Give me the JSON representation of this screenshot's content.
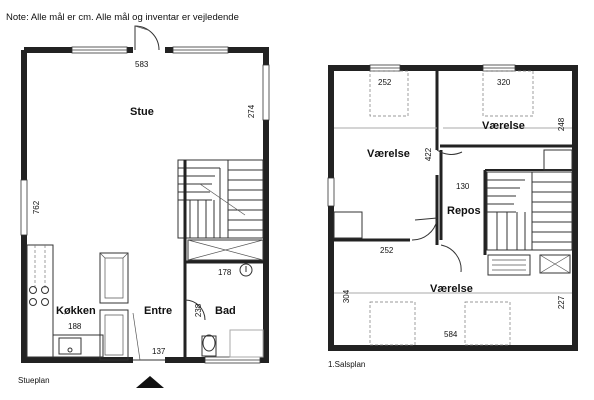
{
  "note": "Note: Alle mål er cm. Alle mål og inventar er vejledende",
  "ground_floor": {
    "caption": "Stueplan",
    "rooms": {
      "stue": "Stue",
      "koekken": "Køkken",
      "entre": "Entre",
      "bad": "Bad"
    },
    "dimensions": {
      "top_width": "583",
      "stue_height": "274",
      "left_height": "762",
      "bath_width": "178",
      "bath_height": "238",
      "kitchen_width": "188",
      "entry_width": "137"
    }
  },
  "first_floor": {
    "caption": "1.Salsplan",
    "rooms": {
      "vaerelse_left": "Værelse",
      "vaerelse_right": "Værelse",
      "repos": "Repos",
      "vaerelse_bottom": "Værelse"
    },
    "dimensions": {
      "top_left": "252",
      "top_right": "320",
      "right_upper": "248",
      "left_upper": "422",
      "repos_width": "130",
      "middle": "252",
      "left_lower": "304",
      "right_lower": "227",
      "bottom_width": "584"
    }
  }
}
